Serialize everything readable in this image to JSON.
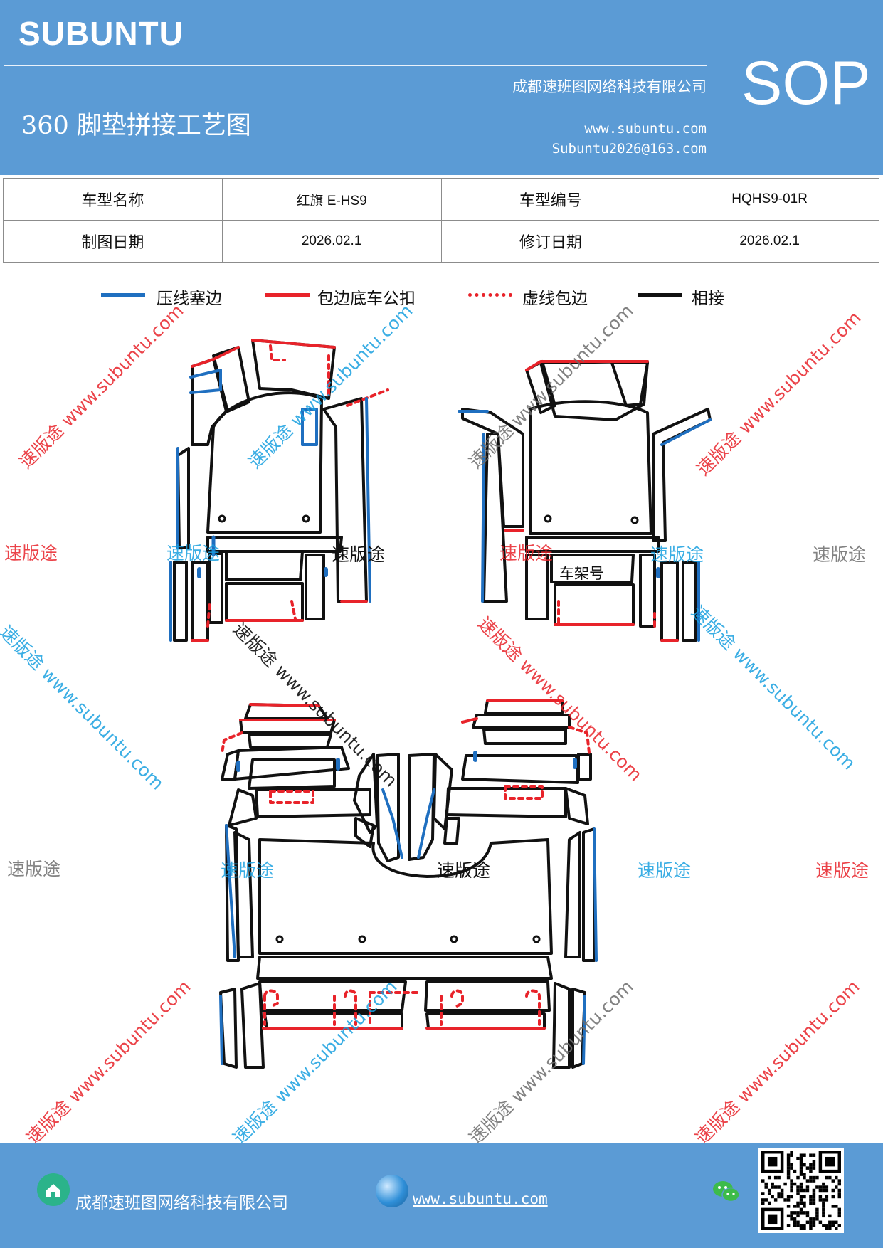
{
  "header": {
    "brand": "SUBUNTU",
    "title": "360 脚垫拼接工艺图",
    "company": "成都速班图网络科技有限公司",
    "website": "www.subuntu.com",
    "email": "Subuntu2026@163.com",
    "badge": "SOP"
  },
  "info_table": {
    "rows": [
      [
        "车型名称",
        "红旗 E-HS9",
        "车型编号",
        "HQHS9-01R"
      ],
      [
        "制图日期",
        "2026.02.1",
        "修订日期",
        "2026.02.1"
      ]
    ]
  },
  "legend": {
    "items": [
      {
        "label": "压线塞边",
        "color": "#1f6fc0",
        "style": "solid"
      },
      {
        "label": "包边底车公扣",
        "color": "#e8232a",
        "style": "solid"
      },
      {
        "label": "虚线包边",
        "color": "#e8232a",
        "style": "dashed"
      },
      {
        "label": "相接",
        "color": "#111111",
        "style": "solid"
      }
    ]
  },
  "diagram": {
    "frame_label": "车架号"
  },
  "watermarks": {
    "short": "速版途",
    "long": "速版途 www.subuntu.com"
  },
  "footer": {
    "company": "成都速班图网络科技有限公司",
    "website": "www.subuntu.com"
  },
  "icons": [
    "home-icon",
    "globe-icon",
    "wechat-icon",
    "qr-code"
  ]
}
